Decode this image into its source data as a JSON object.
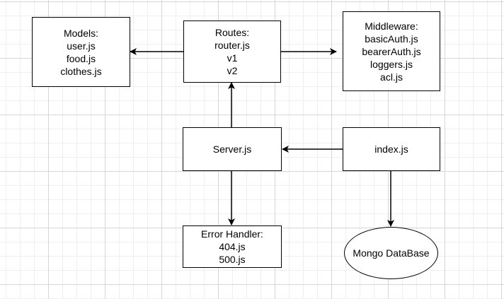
{
  "diagram": {
    "nodes": {
      "models": {
        "lines": [
          "Models:",
          "user.js",
          "food.js",
          "clothes.js"
        ]
      },
      "routes": {
        "lines": [
          "Routes:",
          "router.js",
          "v1",
          "v2"
        ]
      },
      "middleware": {
        "lines": [
          "Middleware:",
          "basicAuth.js",
          "bearerAuth.js",
          "loggers.js",
          "acl.js"
        ]
      },
      "server": {
        "lines": [
          "Server.js"
        ]
      },
      "index": {
        "lines": [
          "index.js"
        ]
      },
      "error": {
        "lines": [
          "Error Handler:",
          "404.js",
          "500.js"
        ]
      },
      "mongo": {
        "lines": [
          "Mongo DataBase"
        ]
      }
    },
    "edges": [
      {
        "from": "routes",
        "to": "models"
      },
      {
        "from": "routes",
        "to": "middleware"
      },
      {
        "from": "server",
        "to": "routes"
      },
      {
        "from": "index",
        "to": "server"
      },
      {
        "from": "server",
        "to": "error"
      },
      {
        "from": "index",
        "to": "mongo"
      }
    ],
    "colors": {
      "stroke": "#000000",
      "fill": "#ffffff",
      "grid": "#d6d6d6"
    }
  }
}
